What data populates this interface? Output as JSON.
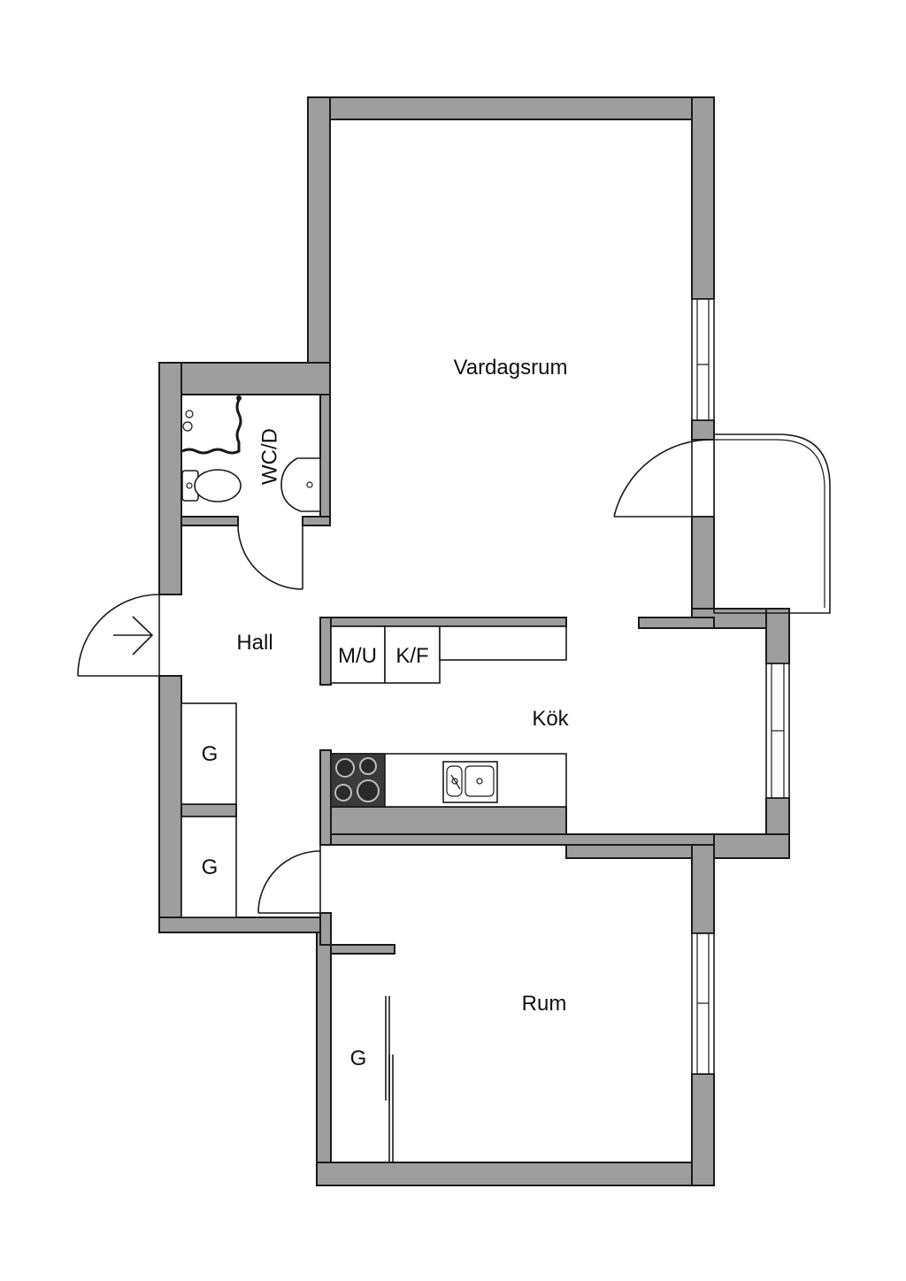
{
  "rooms": {
    "living": "Vardagsrum",
    "bath": "WC/D",
    "hall": "Hall",
    "kitchen": "Kök",
    "room": "Rum"
  },
  "cabinets": {
    "laundry": "M/U",
    "fridge": "K/F",
    "closet_upper": "G",
    "closet_lower": "G",
    "wardrobe_room": "G"
  },
  "colors": {
    "wall": "#9e9e9e",
    "line": "#1a1a1a",
    "stove": "#3a3a3a",
    "background": "#ffffff"
  }
}
